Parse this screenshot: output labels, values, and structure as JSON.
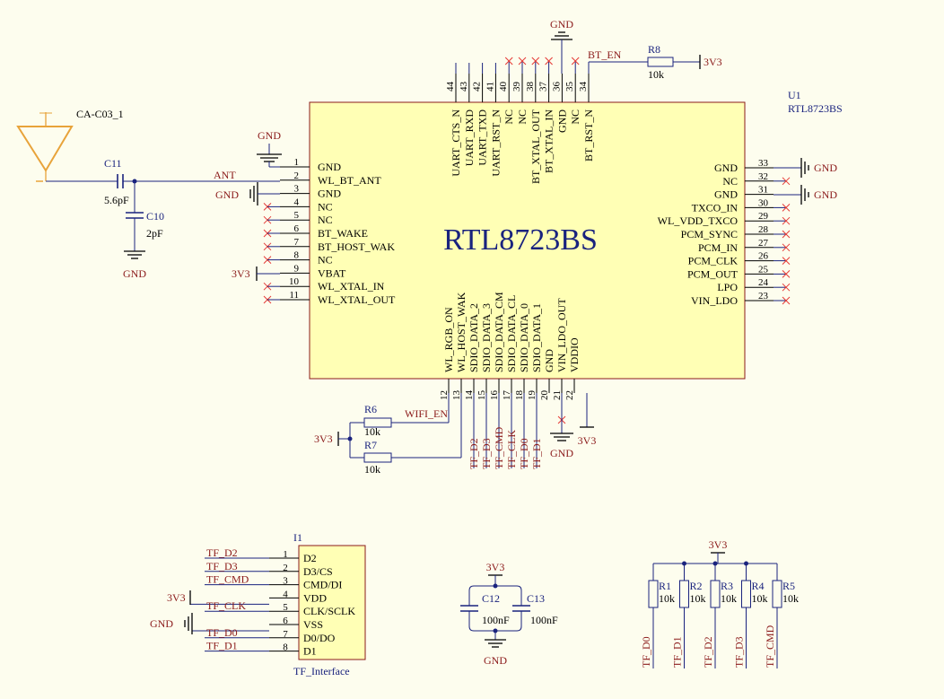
{
  "u1": {
    "designator": "U1",
    "part": "RTL8723BS",
    "center_label": "RTL8723BS",
    "left_pins": [
      {
        "num": "1",
        "name": "GND"
      },
      {
        "num": "2",
        "name": "WL_BT_ANT"
      },
      {
        "num": "3",
        "name": "GND"
      },
      {
        "num": "4",
        "name": "NC"
      },
      {
        "num": "5",
        "name": "NC"
      },
      {
        "num": "6",
        "name": "BT_WAKE"
      },
      {
        "num": "7",
        "name": "BT_HOST_WAK"
      },
      {
        "num": "8",
        "name": "NC"
      },
      {
        "num": "9",
        "name": "VBAT"
      },
      {
        "num": "10",
        "name": "WL_XTAL_IN"
      },
      {
        "num": "11",
        "name": "WL_XTAL_OUT"
      }
    ],
    "right_pins": [
      {
        "num": "33",
        "name": "GND"
      },
      {
        "num": "32",
        "name": "NC"
      },
      {
        "num": "31",
        "name": "GND"
      },
      {
        "num": "30",
        "name": "TXCO_IN"
      },
      {
        "num": "29",
        "name": "WL_VDD_TXCO"
      },
      {
        "num": "28",
        "name": "PCM_SYNC"
      },
      {
        "num": "27",
        "name": "PCM_IN"
      },
      {
        "num": "26",
        "name": "PCM_CLK"
      },
      {
        "num": "25",
        "name": "PCM_OUT"
      },
      {
        "num": "24",
        "name": "LPO"
      },
      {
        "num": "23",
        "name": "VIN_LDO"
      }
    ],
    "top_pins": [
      {
        "num": "44",
        "name": "UART_CTS_N"
      },
      {
        "num": "43",
        "name": "UART_RXD"
      },
      {
        "num": "42",
        "name": "UART_TXD"
      },
      {
        "num": "41",
        "name": "UART_RST_N"
      },
      {
        "num": "40",
        "name": "NC"
      },
      {
        "num": "39",
        "name": "NC"
      },
      {
        "num": "38",
        "name": "BT_XTAL_OUT"
      },
      {
        "num": "37",
        "name": "BT_XTAL_IN"
      },
      {
        "num": "36",
        "name": "GND"
      },
      {
        "num": "35",
        "name": "NC"
      },
      {
        "num": "34",
        "name": "BT_RST_N"
      }
    ],
    "bottom_pins": [
      {
        "num": "12",
        "name": "WL_RGB_ON"
      },
      {
        "num": "13",
        "name": "WL_HOST_WAK"
      },
      {
        "num": "14",
        "name": "SDIO_DATA_2"
      },
      {
        "num": "15",
        "name": "SDIO_DATA_3"
      },
      {
        "num": "16",
        "name": "SDIO_DATA_CM"
      },
      {
        "num": "17",
        "name": "SDIO_DATA_CL"
      },
      {
        "num": "18",
        "name": "SDIO_DATA_0"
      },
      {
        "num": "19",
        "name": "SDIO_DATA_1"
      },
      {
        "num": "20",
        "name": "GND"
      },
      {
        "num": "21",
        "name": "VIN_LDO_OUT"
      },
      {
        "num": "22",
        "name": "VDDIO"
      }
    ]
  },
  "i1": {
    "designator": "I1",
    "title": "TF_Interface",
    "pins": [
      {
        "num": "1",
        "name": "D2",
        "net": "TF_D2"
      },
      {
        "num": "2",
        "name": "D3/CS",
        "net": "TF_D3"
      },
      {
        "num": "3",
        "name": "CMD/DI",
        "net": "TF_CMD"
      },
      {
        "num": "4",
        "name": "VDD",
        "net": "3V3"
      },
      {
        "num": "5",
        "name": "CLK/SCLK",
        "net": "TF_CLK"
      },
      {
        "num": "6",
        "name": "VSS",
        "net": "GND"
      },
      {
        "num": "7",
        "name": "D0/DO",
        "net": "TF_D0"
      },
      {
        "num": "8",
        "name": "D1",
        "net": "TF_D1"
      }
    ]
  },
  "components": {
    "antenna": "CA-C03_1",
    "c11": {
      "des": "C11",
      "val": "5.6pF"
    },
    "c10": {
      "des": "C10",
      "val": "2pF"
    },
    "c12": {
      "des": "C12",
      "val": "100nF"
    },
    "c13": {
      "des": "C13",
      "val": "100nF"
    },
    "r6": {
      "des": "R6",
      "val": "10k"
    },
    "r7": {
      "des": "R7",
      "val": "10k"
    },
    "r8": {
      "des": "R8",
      "val": "10k"
    },
    "pullups": [
      {
        "des": "R1",
        "val": "10k",
        "net": "TF_D0"
      },
      {
        "des": "R2",
        "val": "10k",
        "net": "TF_D1"
      },
      {
        "des": "R3",
        "val": "10k",
        "net": "TF_D2"
      },
      {
        "des": "R4",
        "val": "10k",
        "net": "TF_D3"
      },
      {
        "des": "R5",
        "val": "10k",
        "net": "TF_CMD"
      }
    ]
  },
  "nets": {
    "gnd": "GND",
    "v3v3": "3V3",
    "ant": "ANT",
    "bt_en": "BT_EN",
    "wifi_en": "WIFI_EN",
    "sdio": [
      "TF_D2",
      "TF_D3",
      "TF_CMD",
      "TF_CLK",
      "TF_D0",
      "TF_D1"
    ]
  }
}
